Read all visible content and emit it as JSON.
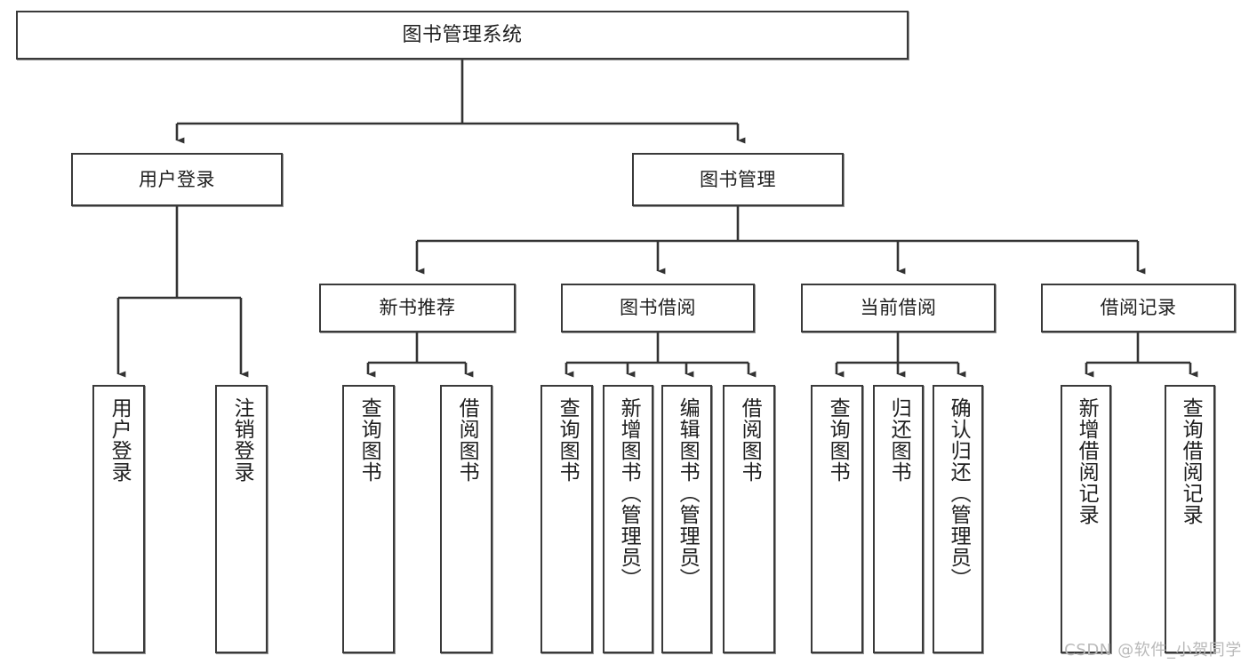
{
  "diagram": {
    "type": "tree-hierarchy-diagram",
    "title": "图书管理系统",
    "orientation": "top-down",
    "background_color": "#ffffff",
    "border_color": "#3a3a3a",
    "text_color": "#1f1f1f",
    "levels": 4,
    "root": {
      "label": "图书管理系统",
      "children": [
        {
          "label": "用户登录",
          "children": [
            {
              "label": "用户登录"
            },
            {
              "label": "注销登录"
            }
          ]
        },
        {
          "label": "图书管理",
          "children": [
            {
              "label": "新书推荐",
              "children": [
                {
                  "label": "查询图书"
                },
                {
                  "label": "借阅图书"
                }
              ]
            },
            {
              "label": "图书借阅",
              "children": [
                {
                  "label": "查询图书"
                },
                {
                  "label": "新增图书（管理员）"
                },
                {
                  "label": "编辑图书（管理员）"
                },
                {
                  "label": "借阅图书"
                }
              ]
            },
            {
              "label": "当前借阅",
              "children": [
                {
                  "label": "查询图书"
                },
                {
                  "label": "归还图书"
                },
                {
                  "label": "确认归还（管理员）"
                }
              ]
            },
            {
              "label": "借阅记录",
              "children": [
                {
                  "label": "新增借阅记录"
                },
                {
                  "label": "查询借阅记录"
                }
              ]
            }
          ]
        }
      ]
    }
  },
  "nodes": {
    "root": "图书管理系统",
    "user_login": "用户登录",
    "book_manage": "图书管理",
    "new_book_rec": "新书推荐",
    "book_borrow": "图书借阅",
    "current_borrow": "当前借阅",
    "borrow_record": "借阅记录",
    "leaf_user_login": "用户登录",
    "leaf_logout": "注销登录",
    "leaf_query_book_1": "查询图书",
    "leaf_borrow_book_1": "借阅图书",
    "leaf_query_book_2": "查询图书",
    "leaf_add_book_admin": "新增图书（管理员）",
    "leaf_edit_book_admin": "编辑图书（管理员）",
    "leaf_borrow_book_2": "借阅图书",
    "leaf_query_book_3": "查询图书",
    "leaf_return_book": "归还图书",
    "leaf_confirm_return_admin": "确认归还（管理员）",
    "leaf_add_record": "新增借阅记录",
    "leaf_query_record": "查询借阅记录"
  },
  "watermark": {
    "text": "CSDN @软件_小贺同学"
  }
}
